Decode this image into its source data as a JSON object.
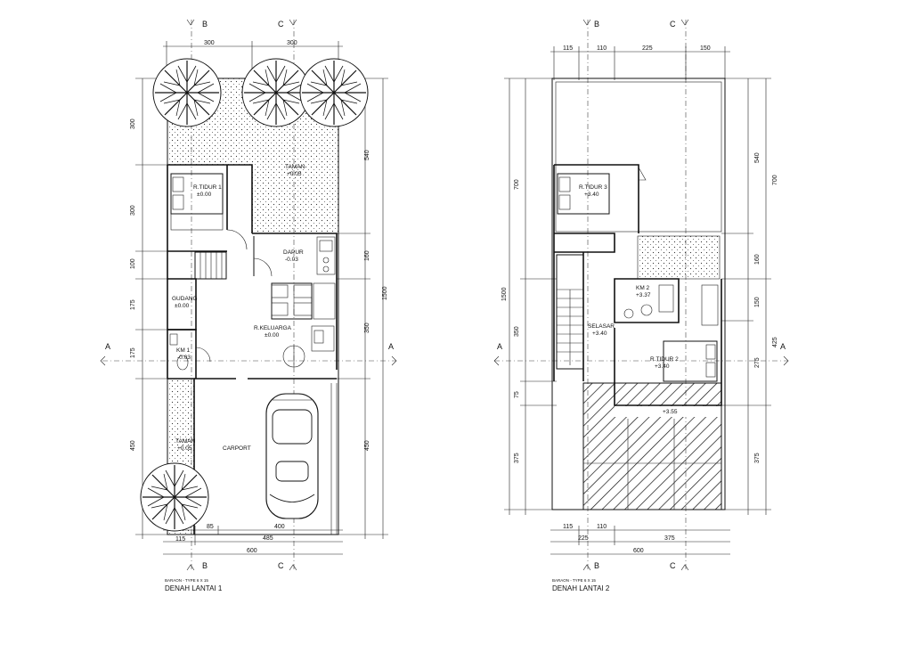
{
  "plans": {
    "floor1": {
      "caption_small": "BARAON - TYPE 6 X 15",
      "title": "DENAH LANTAI 1",
      "rooms": {
        "taman": {
          "name": "TAMAN",
          "level": "+0.05"
        },
        "tidur1": {
          "name": "R.TIDUR 1",
          "level": "±0.00"
        },
        "dapur": {
          "name": "DAPUR",
          "level": "-0.03"
        },
        "gudang": {
          "name": "GUDANG",
          "level": "±0.00"
        },
        "keluarga": {
          "name": "R.KELUARGA",
          "level": "±0.00"
        },
        "km1": {
          "name": "KM 1",
          "level": "-0.03"
        },
        "taman2": {
          "name": "TAMAN",
          "level": "+0.05"
        },
        "carport": {
          "name": "CARPORT",
          "level": ""
        }
      },
      "dims": {
        "top": [
          "300",
          "300"
        ],
        "left": [
          "300",
          "300",
          "100",
          "175",
          "175",
          "450"
        ],
        "right": [
          "540",
          "160",
          "350",
          "450"
        ],
        "right_total": "1500",
        "bottom": [
          "115",
          "85",
          "400"
        ],
        "bottom_mid": "485",
        "bottom_total": "600"
      },
      "sections": {
        "a": "A",
        "b": "B",
        "c": "C"
      }
    },
    "floor2": {
      "caption_small": "BARAON - TYPE 6 X 15",
      "title": "DENAH LANTAI 2",
      "rooms": {
        "tidur3": {
          "name": "R.TIDUR 3",
          "level": "+3.40"
        },
        "km2": {
          "name": "KM 2",
          "level": "+3.37"
        },
        "selasar": {
          "name": "SELASAR",
          "level": "+3.40"
        },
        "tidur2": {
          "name": "R.TIDUR 2",
          "level": "+3.40"
        },
        "balkon_level": "+3.55"
      },
      "dims": {
        "top": [
          "115",
          "110",
          "225",
          "150"
        ],
        "left": [
          "700",
          "350",
          "75",
          "375"
        ],
        "left_total": "1500",
        "right_outer": [
          "540",
          "160",
          "150",
          "275",
          "375"
        ],
        "right_inner": [
          "700",
          "425"
        ],
        "bottom": [
          "115",
          "110"
        ],
        "bottom_mid": [
          "225",
          "375"
        ],
        "bottom_total": "600"
      },
      "sections": {
        "a": "A",
        "b": "B",
        "c": "C"
      }
    }
  }
}
